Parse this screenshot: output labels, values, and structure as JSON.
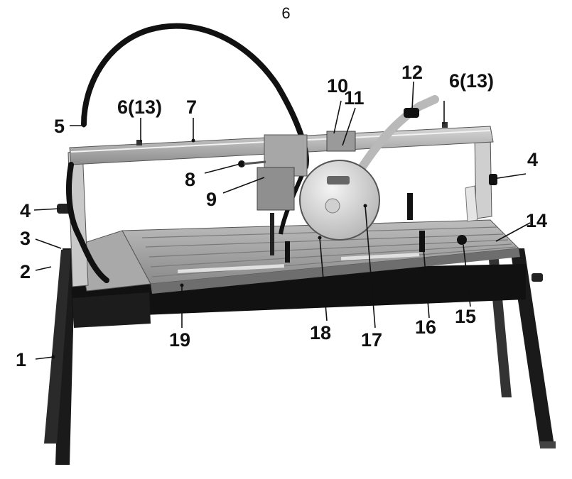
{
  "page": {
    "number": "6"
  },
  "callouts": [
    {
      "id": "c1",
      "text": "1"
    },
    {
      "id": "c2",
      "text": "2"
    },
    {
      "id": "c3",
      "text": "3"
    },
    {
      "id": "c4l",
      "text": "4"
    },
    {
      "id": "c4r",
      "text": "4"
    },
    {
      "id": "c5",
      "text": "5"
    },
    {
      "id": "c6l",
      "text": "6(13)"
    },
    {
      "id": "c6r",
      "text": "6(13)"
    },
    {
      "id": "c7",
      "text": "7"
    },
    {
      "id": "c8",
      "text": "8"
    },
    {
      "id": "c9",
      "text": "9"
    },
    {
      "id": "c10",
      "text": "10"
    },
    {
      "id": "c11",
      "text": "11"
    },
    {
      "id": "c12",
      "text": "12"
    },
    {
      "id": "c14",
      "text": "14"
    },
    {
      "id": "c15",
      "text": "15"
    },
    {
      "id": "c16",
      "text": "16"
    },
    {
      "id": "c17",
      "text": "17"
    },
    {
      "id": "c18",
      "text": "18"
    },
    {
      "id": "c19",
      "text": "19"
    }
  ]
}
